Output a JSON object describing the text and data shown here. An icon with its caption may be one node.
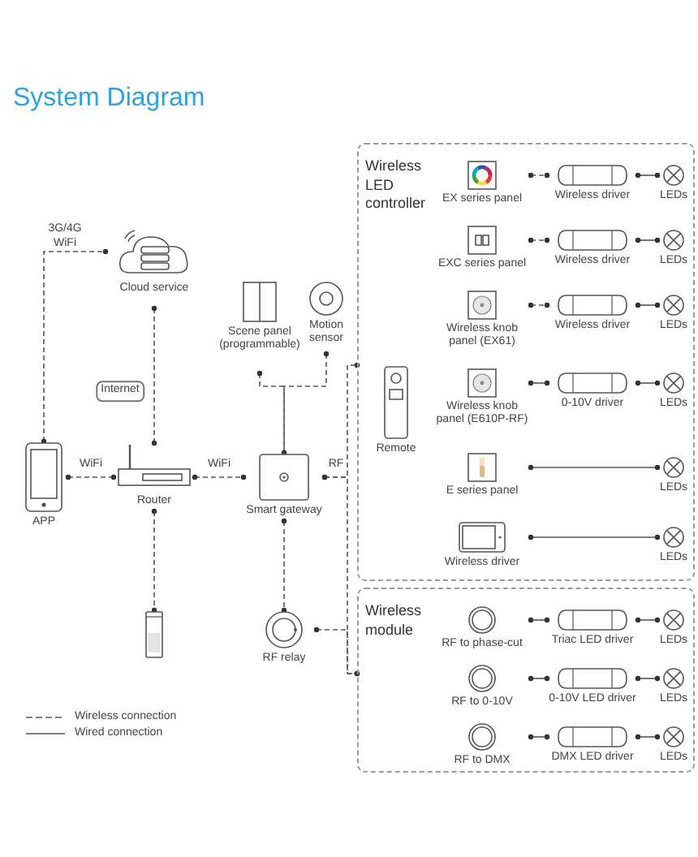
{
  "diagram": {
    "title": "System Diagram",
    "nodes": [
      {
        "text": [
          "Cloud service"
        ]
      },
      {
        "text": [
          "Scene panel (programmable)"
        ]
      },
      {
        "text": [
          "Motion sensor"
        ]
      },
      {
        "text": [
          "APP"
        ]
      },
      {
        "text": [
          "Router"
        ]
      },
      {
        "text": [
          "Smart gateway"
        ]
      },
      {
        "text": [],
        "shape": "cylinder"
      },
      {
        "text": [
          "RF relay"
        ]
      },
      {
        "text": [
          "Wireless LED controller"
        ]
      },
      {
        "text": [
          "Wireless module"
        ]
      },
      {
        "text": [
          "Remote"
        ],
        "in": 8
      },
      {
        "text": [
          "EX series panel"
        ],
        "in": 8
      },
      {
        "text": [
          "Wireless driver"
        ],
        "in": 8
      },
      {
        "text": [
          "LEDs"
        ],
        "in": 8
      },
      {
        "text": [
          "EXC series panel"
        ],
        "in": 8
      },
      {
        "text": [
          "Wireless driver"
        ],
        "in": 8
      },
      {
        "text": [
          "LEDs"
        ],
        "in": 8
      },
      {
        "text": [
          "Wireless knob panel (EX61)"
        ],
        "in": 8
      },
      {
        "text": [
          "Wireless driver"
        ],
        "in": 8
      },
      {
        "text": [
          "LEDs"
        ],
        "in": 8
      },
      {
        "text": [
          "Wireless knob panel (E610P-RF)"
        ],
        "in": 8
      },
      {
        "text": [
          "0-10V driver"
        ],
        "in": 8
      },
      {
        "text": [
          "LEDs"
        ],
        "in": 8
      },
      {
        "text": [
          "E series panel"
        ],
        "in": 8
      },
      {
        "text": [
          "LEDs"
        ],
        "in": 8
      },
      {
        "text": [
          "Wireless driver"
        ],
        "in": 8
      },
      {
        "text": [
          "LEDs"
        ],
        "in": 8
      },
      {
        "text": [
          "RF to phase-cut"
        ],
        "in": 9
      },
      {
        "text": [
          "Triac LED driver"
        ],
        "in": 9
      },
      {
        "text": [
          "LEDs"
        ],
        "in": 9
      },
      {
        "text": [
          "RF to 0-10V"
        ],
        "in": 9
      },
      {
        "text": [
          "0-10V LED driver"
        ],
        "in": 9
      },
      {
        "text": [
          "LEDs"
        ],
        "in": 9
      },
      {
        "text": [
          "RF to DMX"
        ],
        "in": 9
      },
      {
        "text": [
          "DMX LED driver"
        ],
        "in": 9
      },
      {
        "text": [
          "LEDs"
        ],
        "in": 9
      }
    ],
    "edges": [
      {
        "from": 3,
        "to": 0,
        "arrow": "other",
        "label": "3G/4G WiFi",
        "style": "dashed"
      },
      {
        "from": 0,
        "to": 4,
        "arrow": "other",
        "label": "Internet",
        "style": "dashed"
      },
      {
        "from": 3,
        "to": 4,
        "arrow": "other",
        "label": "WiFi",
        "style": "dashed"
      },
      {
        "from": 4,
        "to": 5,
        "arrow": "other",
        "label": "WiFi",
        "style": "dashed"
      },
      {
        "from": 1,
        "to": 5,
        "arrow": "other",
        "style": "dashed"
      },
      {
        "from": 2,
        "to": 5,
        "arrow": "other",
        "style": "dashed"
      },
      {
        "from": 4,
        "to": 6,
        "arrow": "other",
        "style": "dashed"
      },
      {
        "from": 5,
        "to": 7,
        "arrow": "other",
        "style": "dashed"
      },
      {
        "from": 5,
        "to": 8,
        "arrow": "other",
        "label": "RF",
        "style": "dashed"
      },
      {
        "from": 5,
        "to": 9,
        "arrow": "other",
        "style": "dashed"
      },
      {
        "from": 7,
        "to": 9,
        "arrow": "other",
        "style": "dashed"
      },
      {
        "from": 11,
        "to": 12,
        "arrow": "other",
        "style": "dashed"
      },
      {
        "from": 12,
        "to": 13,
        "arrow": "other"
      },
      {
        "from": 14,
        "to": 15,
        "arrow": "other",
        "style": "dashed"
      },
      {
        "from": 15,
        "to": 16,
        "arrow": "other"
      },
      {
        "from": 17,
        "to": 18,
        "arrow": "other",
        "style": "dashed"
      },
      {
        "from": 18,
        "to": 19,
        "arrow": "other"
      },
      {
        "from": 20,
        "to": 21,
        "arrow": "other"
      },
      {
        "from": 21,
        "to": 22,
        "arrow": "other"
      },
      {
        "from": 23,
        "to": 24,
        "arrow": "other"
      },
      {
        "from": 25,
        "to": 26,
        "arrow": "other"
      },
      {
        "from": 27,
        "to": 28,
        "arrow": "other"
      },
      {
        "from": 28,
        "to": 29,
        "arrow": "other"
      },
      {
        "from": 30,
        "to": 31,
        "arrow": "other"
      },
      {
        "from": 31,
        "to": 32,
        "arrow": "other"
      },
      {
        "from": 33,
        "to": 34,
        "arrow": "other"
      },
      {
        "from": 34,
        "to": 35,
        "arrow": "other"
      }
    ],
    "legend": [
      {
        "text": "Wireless connection"
      },
      {
        "text": "Wired connection"
      }
    ]
  }
}
